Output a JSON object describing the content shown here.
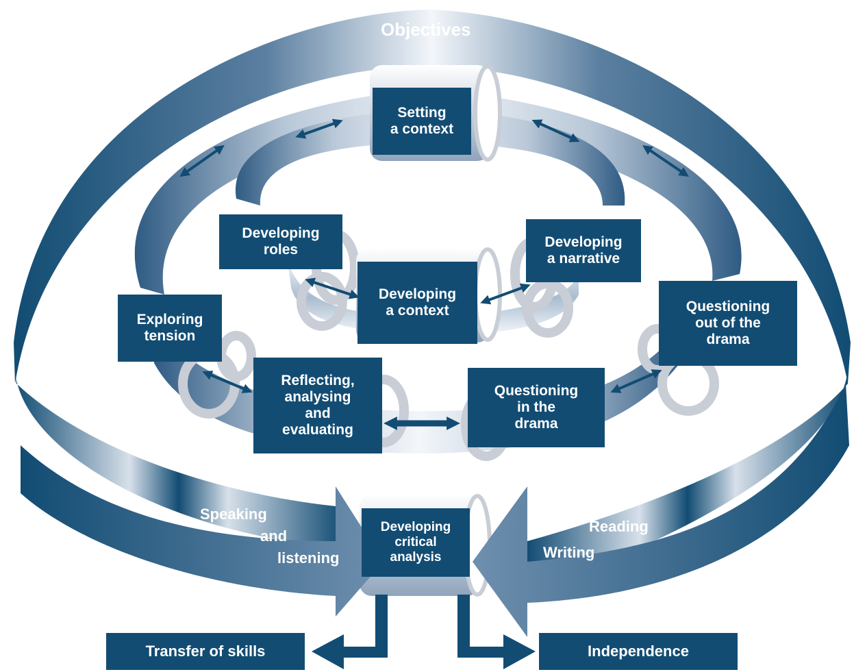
{
  "title": "Objectives",
  "boxes": {
    "setting_context": "Setting\na context",
    "developing_roles": "Developing\nroles",
    "developing_narrative": "Developing\na narrative",
    "developing_context": "Developing\na context",
    "exploring_tension": "Exploring\ntension",
    "questioning_out": "Questioning\nout of the\ndrama",
    "reflecting": "Reflecting,\nanalysing\nand\nevaluating",
    "questioning_in": "Questioning\nin the\ndrama",
    "critical_analysis": "Developing\ncritical\nanalysis"
  },
  "side_labels": {
    "speaking": "Speaking",
    "and": "and",
    "listening": "listening",
    "reading": "Reading",
    "writing": "Writing"
  },
  "outcomes": {
    "transfer": "Transfer of skills",
    "independence": "Independence"
  },
  "colors": {
    "navy": "#124c73",
    "ribbon_light": "#eef2f7",
    "ring": "#c8cdd6",
    "background": "#ffffff"
  }
}
